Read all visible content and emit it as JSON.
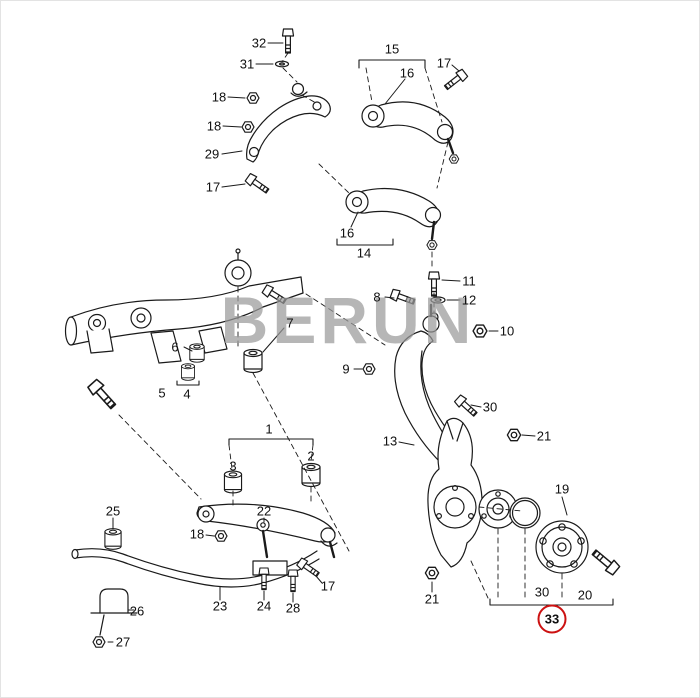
{
  "watermark": {
    "text": "BERUN"
  },
  "colors": {
    "highlight": "#cc1111",
    "line": "#1a1a1a",
    "watermark": "#9a9a9a"
  },
  "highlighted_part": {
    "number": "33"
  },
  "labels": [
    {
      "text": "32"
    },
    {
      "text": "31"
    },
    {
      "text": "18"
    },
    {
      "text": "18"
    },
    {
      "text": "29"
    },
    {
      "text": "17"
    },
    {
      "text": "15"
    },
    {
      "text": "16"
    },
    {
      "text": "17"
    },
    {
      "text": "16"
    },
    {
      "text": "14"
    },
    {
      "text": "11"
    },
    {
      "text": "8"
    },
    {
      "text": "12"
    },
    {
      "text": "10"
    },
    {
      "text": "7"
    },
    {
      "text": "6"
    },
    {
      "text": "9"
    },
    {
      "text": "5"
    },
    {
      "text": "4"
    },
    {
      "text": "13"
    },
    {
      "text": "30"
    },
    {
      "text": "21"
    },
    {
      "text": "1"
    },
    {
      "text": "2"
    },
    {
      "text": "3"
    },
    {
      "text": "25"
    },
    {
      "text": "18"
    },
    {
      "text": "22"
    },
    {
      "text": "17"
    },
    {
      "text": "24"
    },
    {
      "text": "28"
    },
    {
      "text": "23"
    },
    {
      "text": "26"
    },
    {
      "text": "27"
    },
    {
      "text": "21"
    },
    {
      "text": "19"
    },
    {
      "text": "30"
    },
    {
      "text": "20"
    },
    {
      "text": "33"
    }
  ]
}
